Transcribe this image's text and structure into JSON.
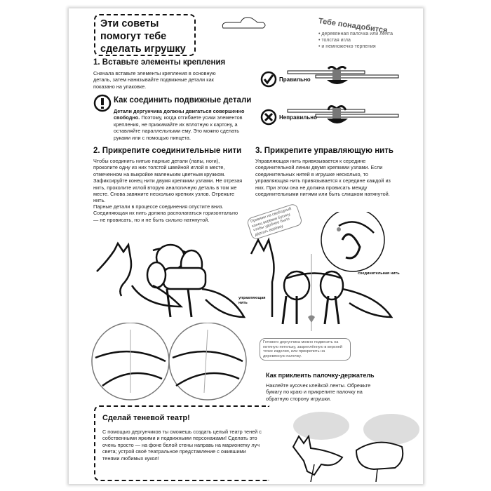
{
  "title": "Эти советы помогут тебе сделать игрушку",
  "needs": {
    "title": "Тебе понадобится",
    "items": [
      "деревянная палочка или лента",
      "толстая игла",
      "и немножечко терпения"
    ]
  },
  "step1": {
    "heading": "1. Вставьте элементы крепления",
    "text": "Сначала вставьте элементы крепления в основную деталь, затем нанизывайте подвижные детали как показано на упаковке."
  },
  "tip": {
    "heading": "Как соединить подвижные детали",
    "bold": "Детали дергунчика должны двигаться совершенно свободно.",
    "text": " Поэтому, когда отгибаете усики элементов крепления, не прижимайте их вплотную к картону, а оставляйте параллельными ему. Это можно сделать руками или с помощью пинцета."
  },
  "correct_label": "Правильно",
  "wrong_label": "Неправильно",
  "step2": {
    "heading": "2. Прикрепите соединительные нити",
    "text1": "Чтобы соединить нитью парные детали (лапы, ноги), проколите одну из них толстой швейной иглой в месте, отмеченном на выкройке маленьким цветным кружком. Зафиксируйте конец нити двумя крепкими узлами. Не отрезая нить, проколите иглой вторую аналогичную деталь в том же месте. Снова завяжите несколько крепких узлов. Отрежьте нить.",
    "text2": "Парные детали в процессе соединения опустите вниз. Соединяющая их нить должна располагаться горизонтально — не провисать, но и не быть сильно натянутой."
  },
  "step3": {
    "heading": "3. Прикрепите управляющую нить",
    "text": "Управляющая нить привязывается к середине соединительной линии двумя крепкими узлами. Если соединительных нитей в игрушке несколько, то управляющая нить привязывается к середине каждой из них. При этом она не должна провисать между соединительными нитями или быть слишком натянутой."
  },
  "bead_note": "Привяжи на свободный конец верёвки бусину, чтобы удобнее было дёргать верёвку.",
  "connecting_thread_label": "соединительная нить",
  "control_thread_label": "управляющая нить",
  "hang_note": "Готового дергунчика можно подвесить на нитяную петельку, закреплённую в верхней точке изделия, или прикрепить на деревянную палочку.",
  "stick": {
    "heading": "Как приклеить палочку-держатель",
    "text": "Наклейте кусочек клейкой ленты. Обрежьте бумагу по краю и прикрепите палочку на обратную сторону игрушки."
  },
  "theatre": {
    "heading": "Сделай теневой театр!",
    "text": "С помощью дергунчиков ты сможешь создать целый театр теней с собственными яркими и подвижными персонажами! Сделать это очень просто — на фоне белой стены направь на марионетку луч света; устрой своё театральное представление с ожившими тенями любимых кукол!"
  }
}
